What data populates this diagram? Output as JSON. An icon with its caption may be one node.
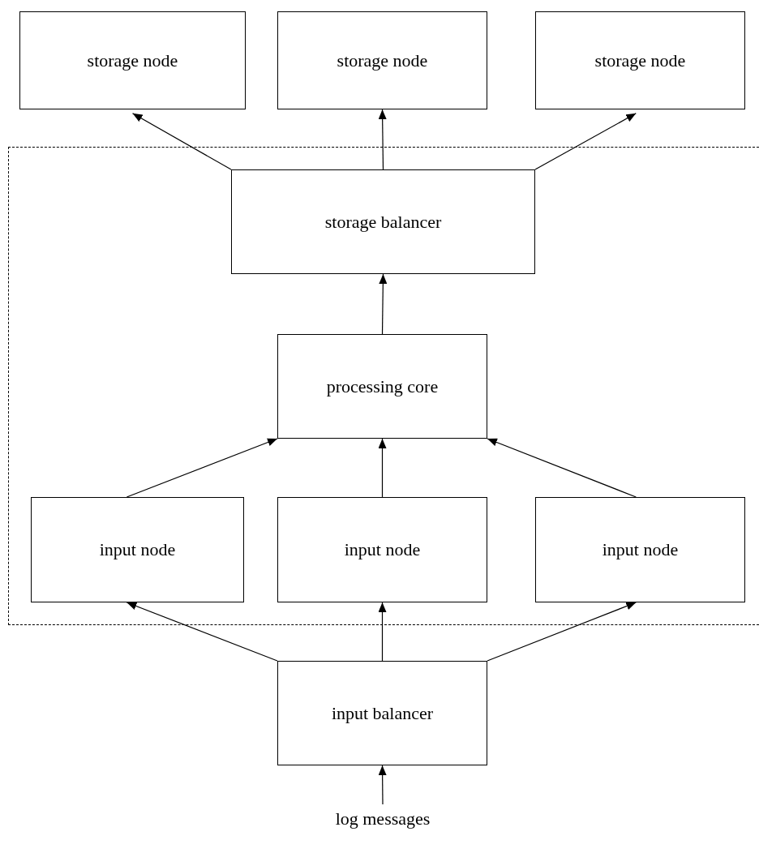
{
  "diagram": {
    "nodes": [
      {
        "text": [
          "storage node"
        ]
      },
      {
        "text": [
          "storage node"
        ]
      },
      {
        "text": [
          "storage node"
        ]
      },
      {
        "text": [],
        "shape": "box"
      },
      {
        "text": [
          "storage balancer"
        ],
        "in": 3
      },
      {
        "text": [
          "processing core"
        ],
        "in": 3
      },
      {
        "text": [
          "input node"
        ],
        "in": 3
      },
      {
        "text": [
          "input node"
        ],
        "in": 3
      },
      {
        "text": [
          "input node"
        ],
        "in": 3
      },
      {
        "text": [
          "input balancer"
        ]
      },
      {
        "text": [
          "log messages"
        ]
      }
    ],
    "edges": [
      {
        "from": 4,
        "to": 0,
        "arrow": "to"
      },
      {
        "from": 4,
        "to": 1,
        "arrow": "to"
      },
      {
        "from": 4,
        "to": 2,
        "arrow": "to"
      },
      {
        "from": 5,
        "to": 4,
        "arrow": "to"
      },
      {
        "from": 6,
        "to": 5,
        "arrow": "to"
      },
      {
        "from": 7,
        "to": 5,
        "arrow": "to"
      },
      {
        "from": 8,
        "to": 5,
        "arrow": "to"
      },
      {
        "from": 9,
        "to": 6,
        "arrow": "to"
      },
      {
        "from": 9,
        "to": 7,
        "arrow": "to"
      },
      {
        "from": 9,
        "to": 8,
        "arrow": "to"
      },
      {
        "from": 10,
        "to": 9,
        "arrow": "to"
      }
    ]
  }
}
